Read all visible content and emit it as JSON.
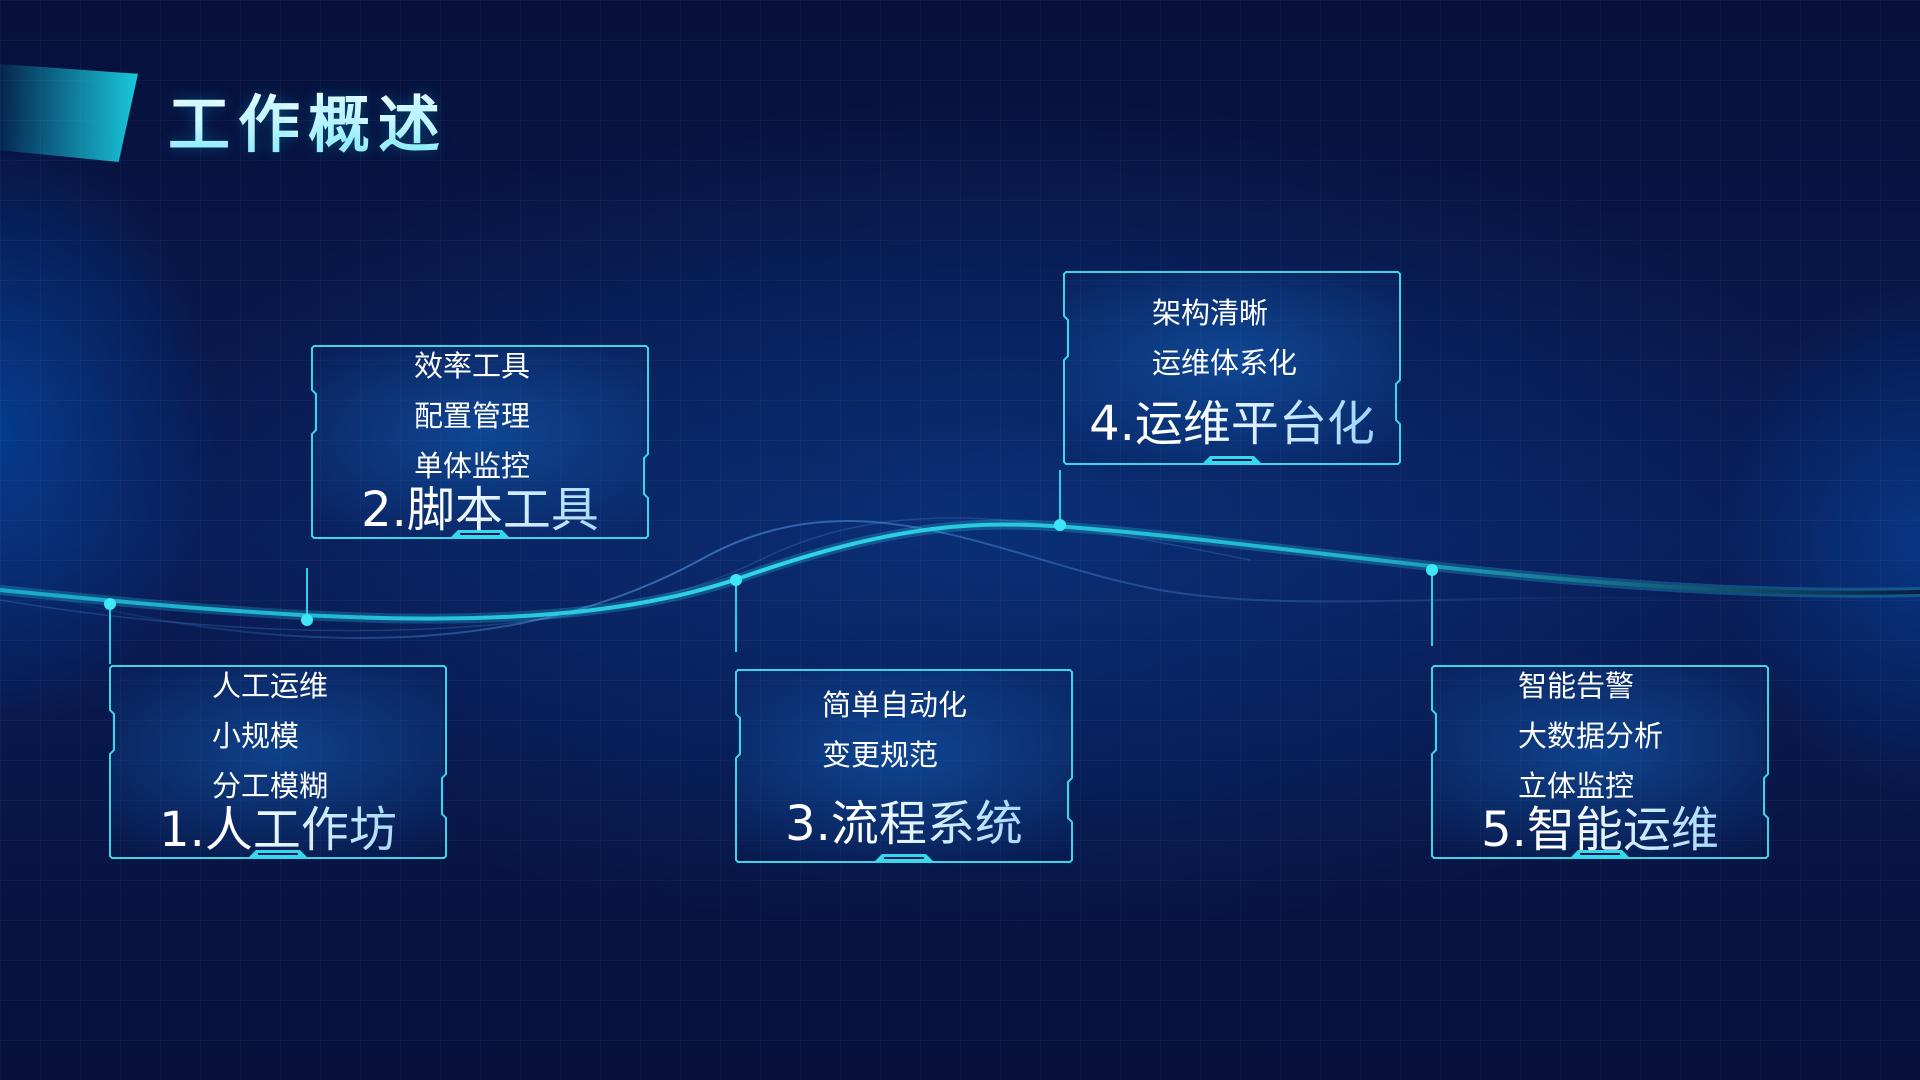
{
  "title": "工作概述",
  "colors": {
    "background": "#081440",
    "accent": "#19c9dc",
    "card_border": "#37d7ec",
    "curve": "#23c3d8"
  },
  "stages": [
    {
      "heading": "1.人工作坊",
      "items": [
        "人工运维",
        "小规模",
        "分工模糊"
      ]
    },
    {
      "heading": "2.脚本工具",
      "items": [
        "效率工具",
        "配置管理",
        "单体监控"
      ]
    },
    {
      "heading": "3.流程系统",
      "items": [
        "简单自动化",
        "变更规范"
      ]
    },
    {
      "heading": "4.运维平台化",
      "items": [
        "架构清晰",
        "运维体系化"
      ]
    },
    {
      "heading": "5.智能运维",
      "items": [
        "智能告警",
        "大数据分析",
        "立体监控"
      ]
    }
  ]
}
